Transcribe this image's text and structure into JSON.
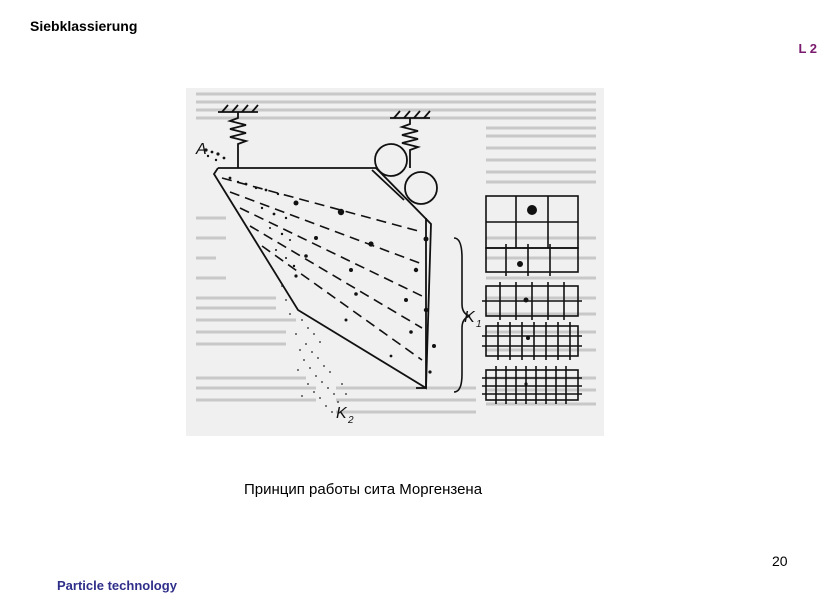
{
  "header": {
    "title": "Siebklassierung",
    "code": "L 2"
  },
  "figure": {
    "label_feed": "A",
    "label_k1": "K",
    "label_k1_sub": "1",
    "label_k2": "K",
    "label_k2_sub": "2"
  },
  "caption": "Принцип работы сита Моргензена",
  "page_number": "20",
  "footer": {
    "text": "Particle technology"
  },
  "colors": {
    "accent": "#7a1a6e",
    "footer": "#2f2f8a",
    "ink": "#111111"
  }
}
